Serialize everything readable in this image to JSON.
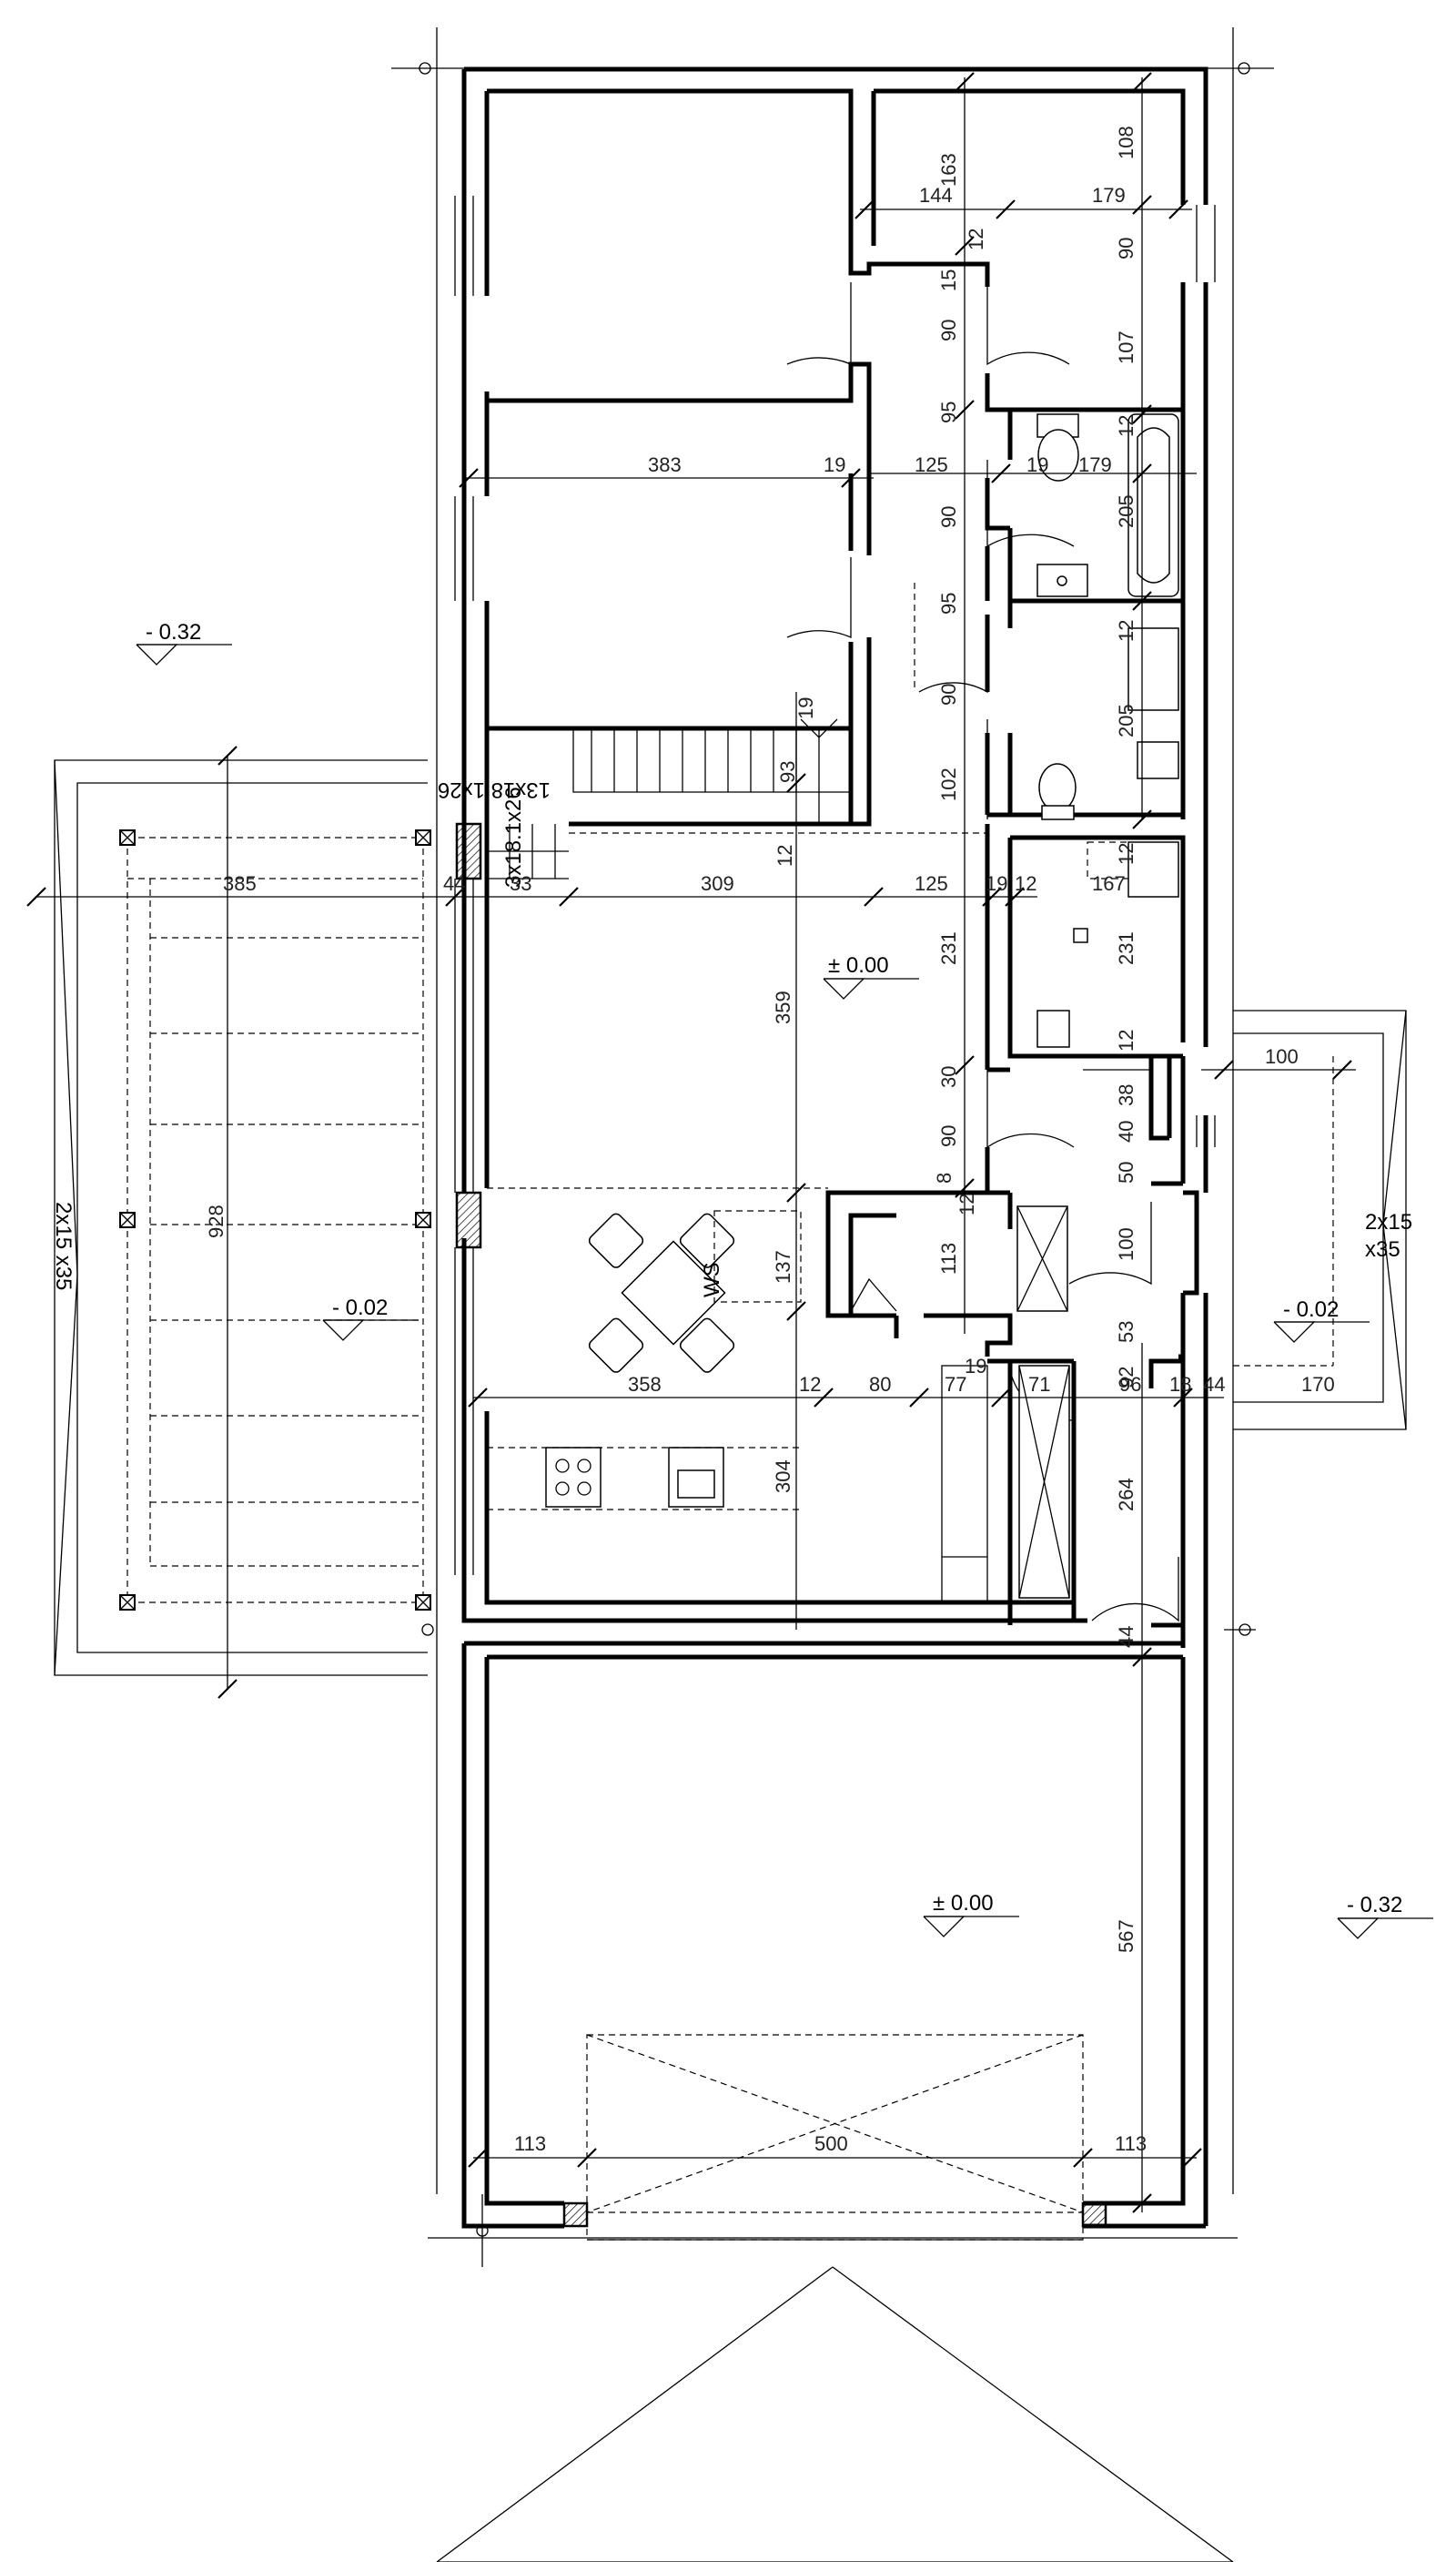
{
  "levels": {
    "terrace_left_outer": "- 0.32",
    "terrace_left": "- 0.02",
    "living": "± 0.00",
    "entry_right": "- 0.02",
    "garage": "± 0.00",
    "outer_right": "- 0.32"
  },
  "sizes": {
    "stair_main": "13x18.1x26",
    "stair_small_a": "3x18.1x26",
    "column_left": "2x15 x35",
    "column_right_a": "2x15",
    "column_right_b": "x35",
    "ws": "WS"
  },
  "dims": {
    "d163": "163",
    "d108": "108",
    "d144": "144",
    "d179a": "179",
    "d12a": "12",
    "d90a": "90",
    "d15": "15",
    "d90b": "90",
    "d107": "107",
    "d95a": "95",
    "d383": "383",
    "d19a": "19",
    "d125a": "125",
    "d19b": "19",
    "d179b": "179",
    "d12b": "12",
    "d205a": "205",
    "d90c": "90",
    "d95b": "95",
    "d12c": "12",
    "d19c": "19",
    "d90d": "90",
    "d205b": "205",
    "d93": "93",
    "d102": "102",
    "d12d": "12",
    "d12e": "12",
    "d385": "385",
    "d44a": "44",
    "d33": "33",
    "d309": "309",
    "d125b": "125",
    "d19d": "19",
    "d12f": "12",
    "d167": "167",
    "d231a": "231",
    "d231b": "231",
    "d359": "359",
    "d12g": "12",
    "d30": "30",
    "d100a": "100",
    "d38": "38",
    "d90e": "90",
    "d40": "40",
    "d8": "8",
    "d12h": "12",
    "d50": "50",
    "d113a": "113",
    "d137": "137",
    "d928": "928",
    "d100b": "100",
    "d53": "53",
    "d358": "358",
    "d12i": "12",
    "d80": "80",
    "d77": "77",
    "d19e": "19",
    "d71": "71",
    "d96": "96",
    "d18": "18",
    "d44b": "44",
    "d170": "170",
    "d92": "92",
    "d304": "304",
    "d264": "264",
    "d44c": "44",
    "d567": "567",
    "d113b": "113",
    "d500": "500",
    "d113c": "113"
  }
}
